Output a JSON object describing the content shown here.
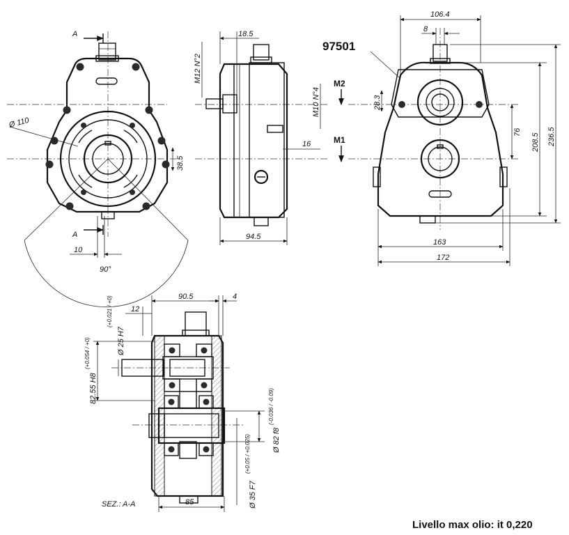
{
  "model_code": "97501",
  "ports": {
    "m2": "M2",
    "m1": "M1"
  },
  "section_label": "SEZ.: A-A",
  "section_marks": {
    "top": "A",
    "bottom": "A"
  },
  "footer_note": "Livello max olio: it 0,220",
  "front_view": {
    "diameter_label": "Ø 110",
    "dim_38_5": "38.5",
    "dim_10": "10",
    "angle": "90°"
  },
  "side_view": {
    "dim_18_5": "18.5",
    "thread_m12": "M12 N°2",
    "thread_m10": "M10 N°4",
    "dim_16": "16",
    "dim_94_5": "94.5"
  },
  "rear_view": {
    "dim_106_4": "106.4",
    "dim_8": "8",
    "dim_28_3": "28.3",
    "dim_76": "76",
    "dim_208_5": "208.5",
    "dim_236_5": "236.5",
    "dim_163": "163",
    "dim_172": "172"
  },
  "section_view": {
    "dim_90_5": "90.5",
    "dim_4": "4",
    "dim_12": "12",
    "bore_25": "Ø 25 H7",
    "tol_25": "(+0.021 / +0)",
    "bore_82": "82.55 H8",
    "tol_82": "(+0.054 / +0)",
    "shaft_82": "Ø 82 f8",
    "tol_82f": "(-0.036 / -0.09)",
    "bore_35": "Ø 35 F7",
    "tol_35": "(+0.05 / +0.025)",
    "dim_85": "85"
  }
}
